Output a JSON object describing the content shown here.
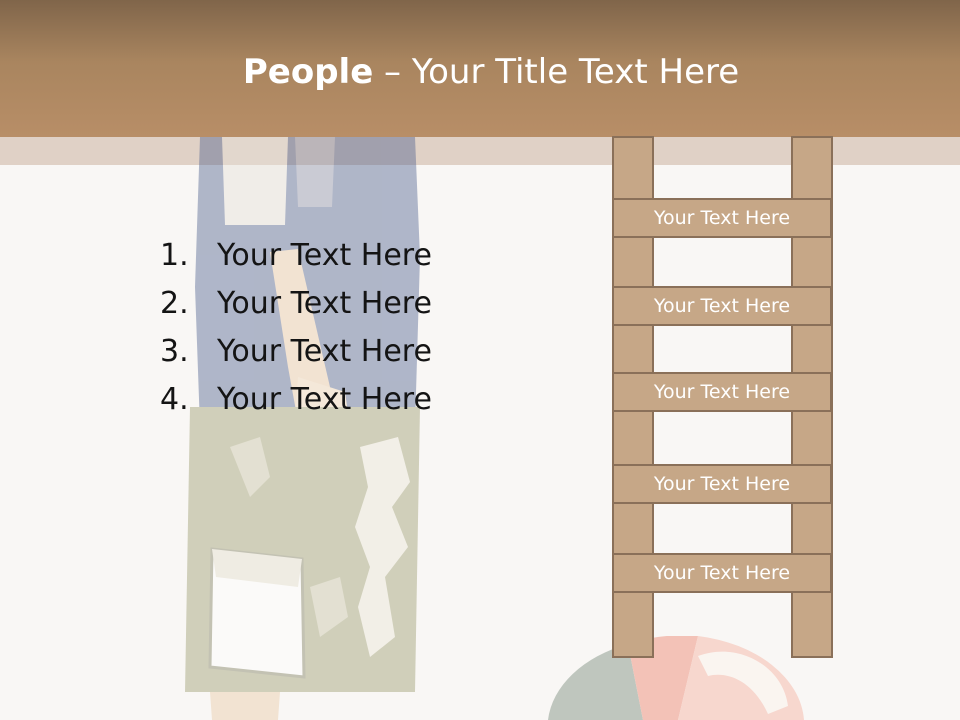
{
  "slide": {
    "title_bold": "People",
    "title_rest": " – Your Title Text Here"
  },
  "list": {
    "items": [
      {
        "number": "1.",
        "text": "Your Text Here"
      },
      {
        "number": "2.",
        "text": "Your Text Here"
      },
      {
        "number": "3.",
        "text": "Your Text Here"
      },
      {
        "number": "4.",
        "text": "Your Text Here"
      }
    ]
  },
  "ladder": {
    "rungs": [
      "Your Text Here",
      "Your Text Here",
      "Your Text Here",
      "Your Text Here",
      "Your Text Here"
    ]
  },
  "colors": {
    "title_bar": "#a9855f",
    "ladder_wood": "#c6a787",
    "ladder_outline": "#8a7059",
    "background": "#f9f7f5"
  }
}
